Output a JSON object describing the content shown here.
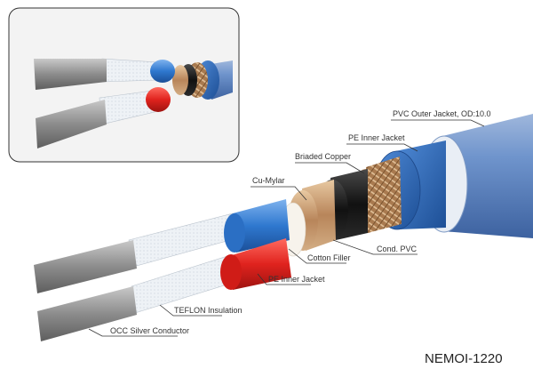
{
  "diagram": {
    "model_name": "NEMOI-1220",
    "labels": {
      "pvc_outer_jacket": "PVC Outer Jacket, OD:10.0",
      "pe_inner_jacket_outer": "PE Inner Jacket",
      "braided_copper": "Briaded Copper",
      "cu_mylar": "Cu-Mylar",
      "cond_pvc": "Cond. PVC",
      "cotton_filler": "Cotton Filler",
      "pe_inner_jacket_core": "PE Inner Jacket",
      "teflon_insulation": "TEFLON Insulation",
      "occ_silver_conductor": "OCC Silver Conductor"
    },
    "colors": {
      "outer_jacket": "#5b86c4",
      "pe_jacket": "#2f6db8",
      "braid": "#b98a5c",
      "mylar": "#c9a37a",
      "core_blue": "#2f78cf",
      "core_red": "#e0231e",
      "conductor": "#8c8c8c"
    }
  }
}
